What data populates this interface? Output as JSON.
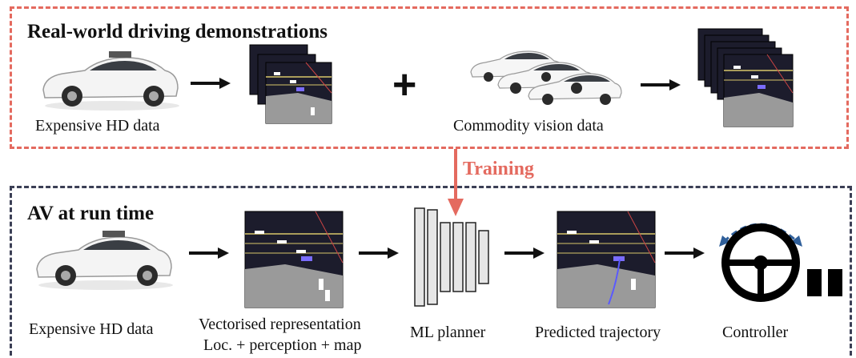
{
  "top": {
    "title": "Real-world driving demonstrations",
    "hd_caption": "Expensive HD data",
    "vision_caption": "Commodity vision data",
    "plus": "+"
  },
  "training_label": "Training",
  "bottom": {
    "title": "AV at run time",
    "hd_caption": "Expensive HD data",
    "vector_caption_line1": "Vectorised representation",
    "vector_caption_line2": "Loc. + perception + map",
    "planner_caption": "ML planner",
    "trajectory_caption": "Predicted trajectory",
    "controller_caption": "Controller"
  },
  "colors": {
    "top_border": "#e46a5f",
    "bottom_border": "#3b3f55",
    "training": "#e46a5f",
    "arrow": "#111111",
    "controller_arc": "#2f5f9a"
  }
}
